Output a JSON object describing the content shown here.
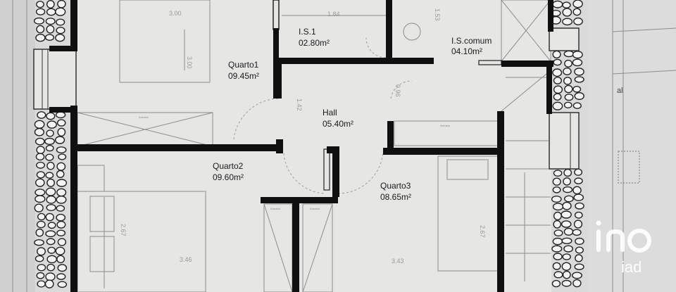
{
  "rooms": [
    {
      "name": "I.S.1",
      "area": "02.80m²"
    },
    {
      "name": "I.S.comum",
      "area": "04.10m²"
    },
    {
      "name": "Quarto1",
      "area": "09.45m²"
    },
    {
      "name": "Hall",
      "area": "05.40m²"
    },
    {
      "name": "Quarto2",
      "area": "09.60m²"
    },
    {
      "name": "Quarto3",
      "area": "08.65m²"
    }
  ],
  "dimensions": {
    "q1_width": "3.00",
    "q1_length": "3.00",
    "is1_width": "1.84",
    "iscomum_height": "1.53",
    "hall_height": "1.42",
    "hall_width": "0.96",
    "q2_height": "2.67",
    "q2_width": "3.46",
    "q3_height": "2.67",
    "q3_width": "3.43"
  },
  "wardrobe_label": "Armário",
  "side_text": "al",
  "logo_text": "iad",
  "colors": {
    "paper": "#d9dad9",
    "wall": "#101010",
    "line": "#8c8c8c"
  }
}
